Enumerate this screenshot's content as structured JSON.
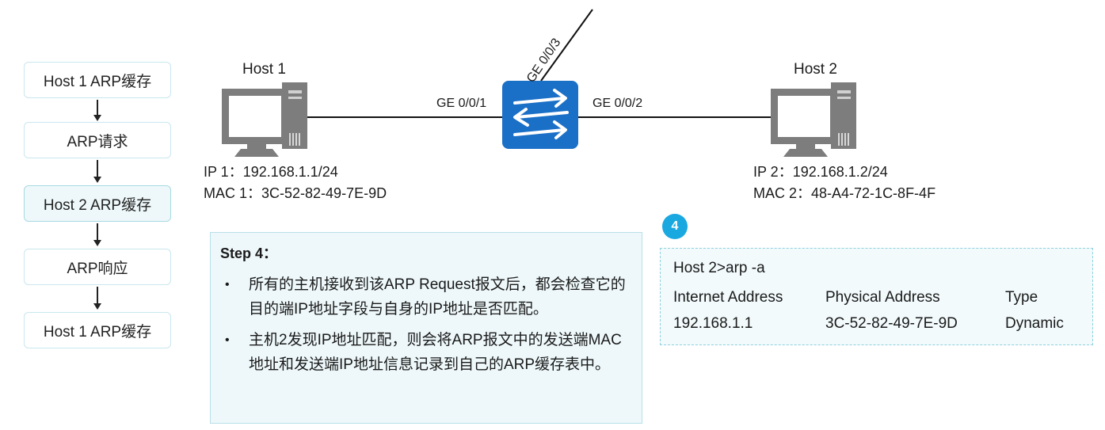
{
  "flow": {
    "steps": [
      {
        "label": "Host 1 ARP缓存",
        "active": false
      },
      {
        "label": "ARP请求",
        "active": false
      },
      {
        "label": "Host 2 ARP缓存",
        "active": true
      },
      {
        "label": "ARP响应",
        "active": false
      },
      {
        "label": "Host 1 ARP缓存",
        "active": false
      }
    ]
  },
  "topology": {
    "host1": {
      "name": "Host 1",
      "ip": "IP 1：192.168.1.1/24",
      "mac": "MAC 1：3C-52-82-49-7E-9D"
    },
    "host2": {
      "name": "Host 2",
      "ip": "IP 2：192.168.1.2/24",
      "mac": "MAC 2：48-A4-72-1C-8F-4F"
    },
    "switch": {
      "port_left": "GE 0/0/1",
      "port_right": "GE 0/0/2",
      "port_up": "GE 0/0/3",
      "color": "#1a6fc7"
    },
    "icon": "desktop-computer-icon"
  },
  "step": {
    "title": "Step 4：",
    "bullets": [
      "所有的主机接收到该ARP Request报文后，都会检查它的目的端IP地址字段与自身的IP地址是否匹配。",
      "主机2发现IP地址匹配，则会将ARP报文中的发送端MAC地址和发送端IP地址信息记录到自己的ARP缓存表中。"
    ]
  },
  "badge": {
    "number": "4",
    "color": "#1aa8e0"
  },
  "arp_table": {
    "command": "Host 2>arp -a",
    "headers": [
      "Internet Address",
      "Physical Address",
      "Type"
    ],
    "rows": [
      [
        "192.168.1.1",
        "3C-52-82-49-7E-9D",
        "Dynamic"
      ]
    ]
  }
}
